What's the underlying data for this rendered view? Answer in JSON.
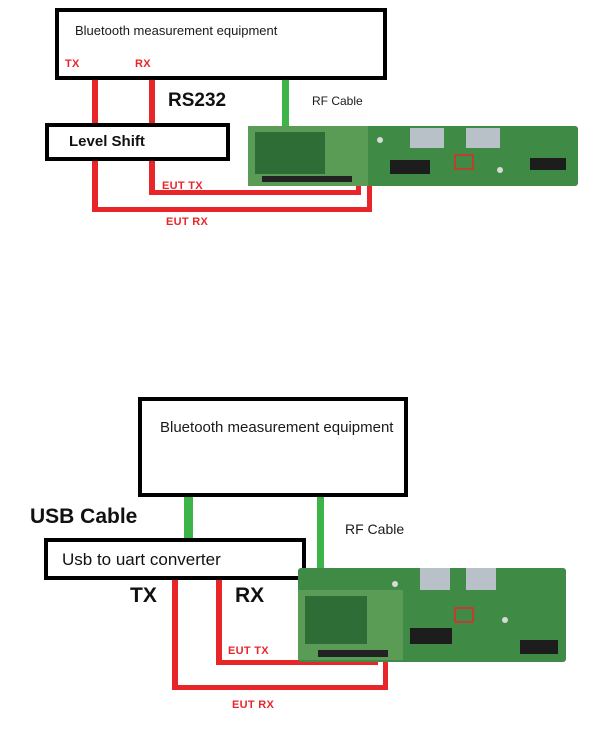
{
  "diagram_top": {
    "equipment_label": "Bluetooth measurement equipment",
    "tx_label": "TX",
    "rx_label": "RX",
    "rs232_label": "RS232",
    "rf_cable_label": "RF Cable",
    "level_shift_label": "Level Shift",
    "eut_tx_label": "EUT TX",
    "eut_rx_label": "EUT RX"
  },
  "diagram_bottom": {
    "equipment_label": "Bluetooth measurement equipment",
    "usb_cable_label": "USB Cable",
    "rf_cable_label": "RF Cable",
    "converter_label": "Usb to uart converter",
    "tx_label": "TX",
    "rx_label": "RX",
    "eut_tx_label": "EUT TX",
    "eut_rx_label": "EUT RX"
  },
  "colors": {
    "wire_red": "#e8262a",
    "cable_green": "#3cb448",
    "board_green": "#3f8a45"
  }
}
